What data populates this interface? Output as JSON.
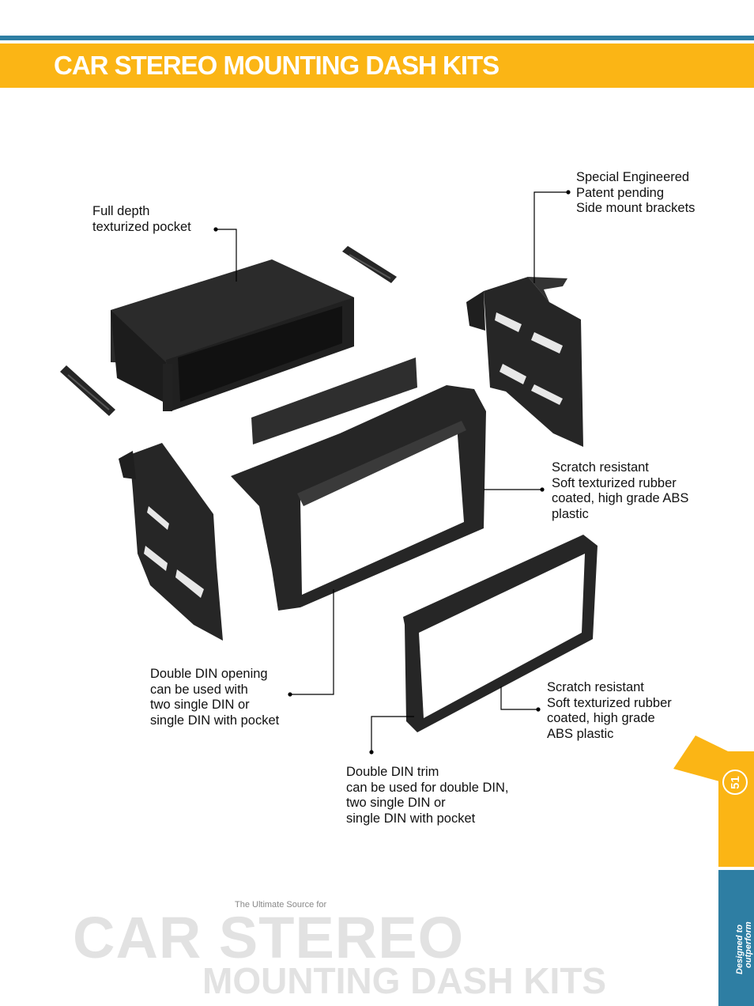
{
  "header": {
    "title": "CAR STEREO MOUNTING DASH KITS"
  },
  "callouts": {
    "pocket": [
      "Full depth",
      "texturized pocket"
    ],
    "brackets": [
      "Special Engineered",
      "Patent pending",
      "Side mount brackets"
    ],
    "main_panel": [
      "Scratch resistant",
      "Soft texturized rubber",
      "coated, high grade ABS",
      "plastic"
    ],
    "trim_finish": [
      "Scratch resistant",
      "Soft texturized rubber",
      "coated, high grade",
      "ABS plastic"
    ],
    "din_opening": [
      "Double DIN opening",
      "can be used with",
      "two single DIN or",
      "single DIN with pocket"
    ],
    "din_trim": [
      "Double DIN trim",
      "can be used for double DIN,",
      "two single DIN or",
      "single DIN with pocket"
    ]
  },
  "page": {
    "number": "51",
    "tagline": [
      "Designed to",
      "outperform"
    ]
  },
  "footer": {
    "small": "The Ultimate Source for",
    "big_line1": "CAR STEREO",
    "big_line2": "MOUNTING DASH KITS"
  },
  "colors": {
    "accent_blue": "#2e7ea3",
    "accent_yellow": "#fbb515",
    "part": "#262626"
  }
}
